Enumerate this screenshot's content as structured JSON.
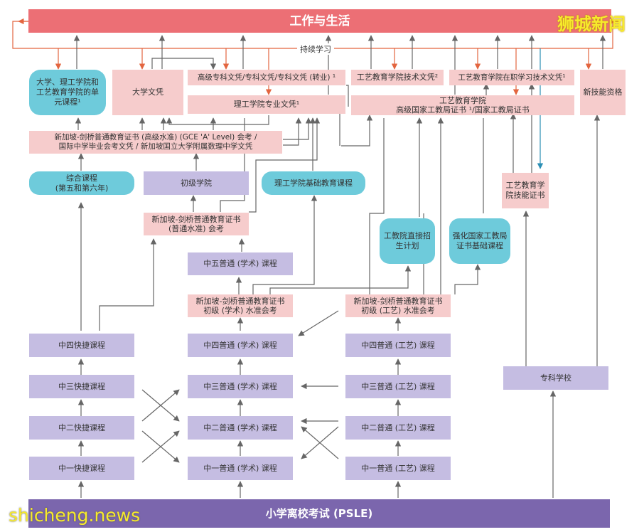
{
  "top": "工作与生活",
  "continuing": "持续学习",
  "bottom": "小学离校考试 (PSLE)",
  "watermark_top": "狮城新闻",
  "watermark_bottom": "shicheng.news",
  "boxes": {
    "univ_unit": "大学、理工学院和\n工艺教育学院的单\n元课程¹",
    "univ_degree": "大学文凭",
    "adv_diploma": "高级专科文凭/专科文凭/专科文凭 (转业) ¹",
    "poly_diploma": "理工学院专业文凭¹",
    "ite_tech": "工艺教育学院技术文凭²",
    "ite_worklearn": "工艺教育学院在职学习技术文凭¹",
    "new_skills": "新技能资格",
    "ite_higher": "工艺教育学院\n高级国家工教局证书 ¹/国家工教局证书",
    "a_level": "新加坡-剑桥普通教育证书 (高级水准) (GCE 'A' Level) 会考 /\n国际中学毕业会考文凭 / 新加坡国立大学附属数理中学文凭",
    "ib": "综合课程\n(第五和第六年)",
    "jc": "初级学院",
    "poly_foundation": "理工学院基础教育课程",
    "ite_skills": "工艺教育学\n院技能证书",
    "o_level": "新加坡-剑桥普通教育证书\n(普通水准) 会考",
    "ite_direct": "工教院直接招\n生计划",
    "nitec_foundation": "强化国家工教局\n证书基础课程",
    "sec5_na": "中五普通 (学术) 课程",
    "n_a_level": "新加坡-剑桥普通教育证书\n初级 (学术) 水准会考",
    "n_t_level": "新加坡-剑桥普通教育证书\n初级 (工艺) 水准会考",
    "exp4": "中四快捷课程",
    "exp3": "中三快捷课程",
    "exp2": "中二快捷课程",
    "exp1": "中一快捷课程",
    "na4": "中四普通 (学术) 课程",
    "na3": "中三普通 (学术) 课程",
    "na2": "中二普通 (学术) 课程",
    "na1": "中一普通 (学术) 课程",
    "nt4": "中四普通 (工艺) 课程",
    "nt3": "中三普通 (工艺) 课程",
    "nt2": "中二普通 (工艺) 课程",
    "nt1": "中一普通 (工艺) 课程",
    "specialised": "专科学校"
  },
  "colors": {
    "top": "#ec6f75",
    "bottom": "#7b66ad",
    "pink": "#f6cccc",
    "lavender": "#c5bde2",
    "teal": "#6ecbdb",
    "arrow_up": "#666666",
    "arrow_down": "#e3653f",
    "arrow_blue": "#2b8fb5"
  }
}
